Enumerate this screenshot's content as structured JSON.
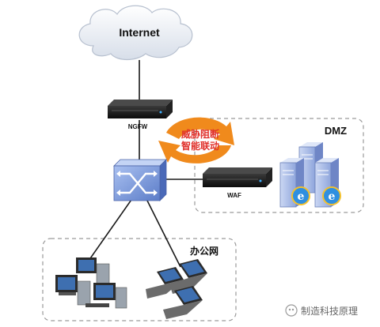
{
  "nodes": {
    "internet": "Internet",
    "ngfw": "NGFW",
    "waf": "WAF",
    "dmz": "DMZ",
    "office": "办公网"
  },
  "linkage_label_line1": "威胁阻断",
  "linkage_label_line2": "智能联动",
  "watermark": "制造科技原理",
  "colors": {
    "arrow_orange": "#f08a1c",
    "linkage_text": "#e0302a",
    "zone_border": "#9a9a9a",
    "switch_blue": "#6f8fd6"
  }
}
